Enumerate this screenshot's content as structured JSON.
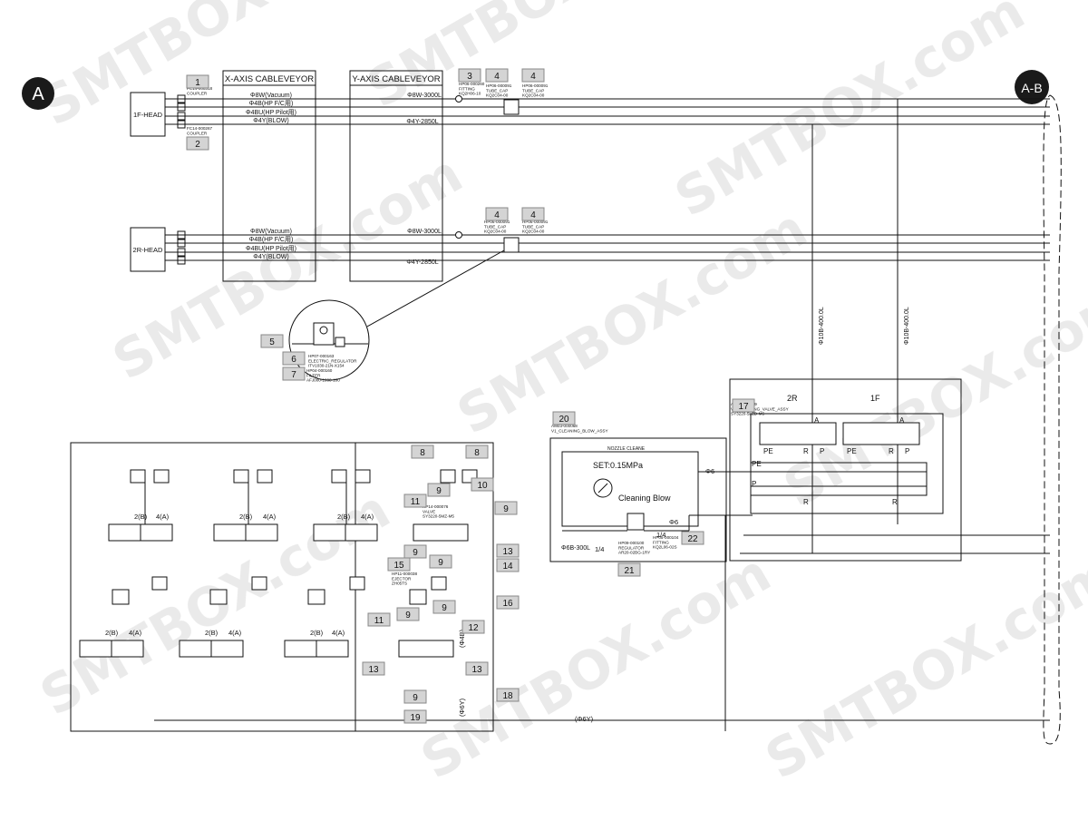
{
  "markers": {
    "a": "A",
    "ab": "A-B"
  },
  "heads": {
    "h1": "1F-HEAD",
    "h2": "2R-HEAD"
  },
  "cableveyors": {
    "x": "X-AXIS CABLEVEYOR",
    "y": "Y-AXIS CABLEVEYOR"
  },
  "tubes_top": [
    "Φ8W(Vacuum)",
    "Φ4B(HP F/C用)",
    "Φ4BU(HP Pilot用)",
    "Φ4Y(BLOW)"
  ],
  "tubes_bottom": [
    "Φ8W(Vacuum)",
    "Φ4B(HP F/C用)",
    "Φ4BU(HP Pilot用)",
    "Φ4Y(BLOW)"
  ],
  "lengths": {
    "top_8w": "Φ8W-3000L",
    "top_4y": "Φ4Y-2850L",
    "bot_8w": "Φ8W-3000L",
    "bot_4y": "Φ4Y-2850L",
    "v1": "Φ10B-400.0L",
    "v2": "Φ10B-400.0L",
    "reg_tube": "Φ6B-300L",
    "bottom_6y": "(Φ6Y)",
    "side_4b": "(Φ4B)",
    "side_6y": "(Φ6Y)"
  },
  "tags": {
    "t1": "1",
    "t2": "2",
    "t3": "3",
    "t4a": "4",
    "t4b": "4",
    "t4c": "4",
    "t4d": "4",
    "t5": "5",
    "t6": "6",
    "t7": "7",
    "t8a": "8",
    "t8b": "8",
    "t9a": "9",
    "t9b": "9",
    "t9c": "9",
    "t9d": "9",
    "t9e": "9",
    "t9f": "9",
    "t9g": "9",
    "t10": "10",
    "t11a": "11",
    "t11b": "11",
    "t12": "12",
    "t13a": "13",
    "t13b": "13",
    "t13c": "13",
    "t14": "14",
    "t15": "15",
    "t16": "16",
    "t17": "17",
    "t18": "18",
    "t19": "19",
    "t20": "20",
    "t21": "21",
    "t22": "22"
  },
  "small_labels": {
    "coupler1": "FC14-000318\nCOUPLER",
    "coupler2": "FC14-000267\nCOUPLER",
    "fit3": "HP06-000260\nFITTING\nKQ2H06-10",
    "tube4": "HP06-000091\nTUBE_CAP\nKQ2C04-00",
    "reg6": "HP07-000163\nELECTRIC_REGULATOR\nITV1030-21N-X154",
    "filt7": "HP04-000160\nFILTER\nAFJ000-1000-100",
    "ejector15": "HP11-000038\nEJECTOR\nZH05TS",
    "valve11": "HP14-000076\nVALVE\nSY3220-5MZ-M5",
    "clean17": "AM03-000069\nVP_CLEANING_VALVE_ASSY\nSY3220-5LZD-M5",
    "blow20": "AM03-000068\nV1_CLEANING_BLOW_ASSY",
    "nozzle": "NOZZLE CLEANE",
    "reg21": "HP09-000100\nREGULATOR\nAR20-02BG-1RY",
    "fit22": "HP05-000104\nFITTING\nKQ2L06-02S"
  },
  "cleaning": {
    "set": "SET:0.15MPa",
    "blow": "Cleaning Blow",
    "quarter1": "1/4",
    "quarter2": "1/4",
    "phi6a": "Φ6",
    "phi6b": "Φ6"
  },
  "valve_ports": {
    "b": "2(B)",
    "a": "4(A)",
    "r": "R",
    "p": "P",
    "pe": "PE",
    "a2": "A",
    "two_r": "2R",
    "one_f": "1F"
  },
  "colors": {
    "line": "#111111",
    "tag_fill": "#d4d4d4",
    "watermark": "#d9d9d9",
    "marker": "#1a1a1a"
  }
}
